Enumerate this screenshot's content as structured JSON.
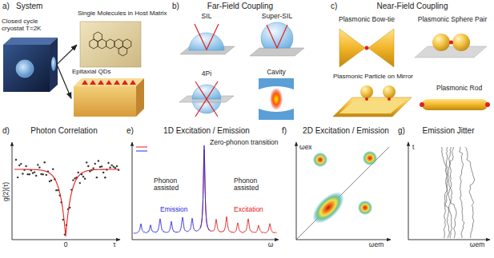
{
  "diagram": {
    "nodes": [
      {
        "text": [
          "Closed cycle cryostat T=2K"
        ]
      },
      {
        "text": [
          "Single Molecules in Host Matrix"
        ]
      },
      {
        "text": [
          "Epitaxial QDs"
        ]
      }
    ],
    "edges": [
      {
        "from": 0,
        "to": 1,
        "arrow": "to"
      },
      {
        "from": 0,
        "to": 2,
        "arrow": "to"
      }
    ],
    "labels": [
      "a)",
      "System",
      "b)",
      "Far-Field Coupling",
      "SIL",
      "Super-SIL",
      "4Pi",
      "Cavity",
      "c)",
      "Near-Field Coupling",
      "Plasmonic Bow-tie",
      "Plasmonic Sphere Pair",
      "Plasmonic Particle on Mirror",
      "Plasmonic Rod",
      "d)",
      "Photon Correlation",
      "g(2)(τ)",
      "0",
      "τ",
      "e)",
      "1D Excitation / Emission",
      "Zero-phonon transition",
      "Phonon assisted",
      "Phonon assisted",
      "Emission",
      "Excitation",
      "ω",
      "f)",
      "2D Excitation / Emission",
      "ωex",
      "ωem",
      "g)",
      "Emission Jitter",
      "t",
      "ωem"
    ]
  }
}
